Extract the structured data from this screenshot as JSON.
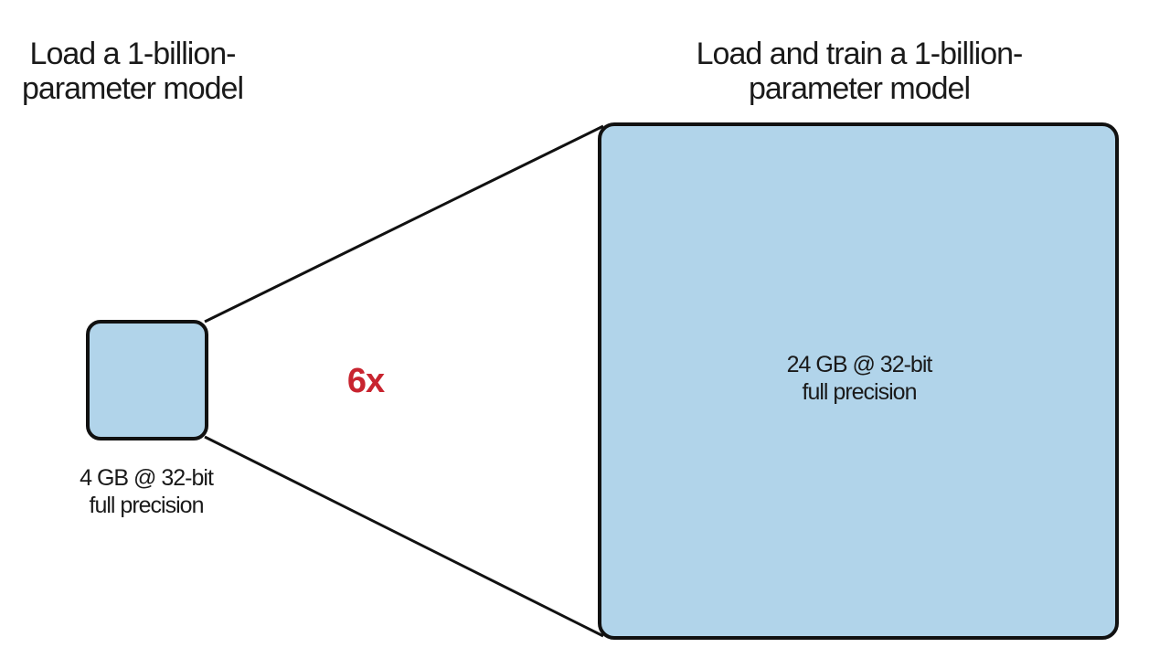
{
  "diagram": {
    "left_title": [
      "Load a 1-billion-",
      "parameter model"
    ],
    "right_title": [
      "Load and train a 1-billion-",
      "parameter model"
    ],
    "small_box": {
      "caption": [
        "4 GB @ 32-bit",
        "full precision"
      ],
      "memory_gb": 4
    },
    "large_box": {
      "caption": [
        "24 GB @ 32-bit",
        "full precision"
      ],
      "memory_gb": 24
    },
    "multiplier": "6x",
    "colors": {
      "box_fill": "#b1d4ea",
      "box_stroke": "#111111",
      "multiplier": "#c8242f"
    }
  }
}
